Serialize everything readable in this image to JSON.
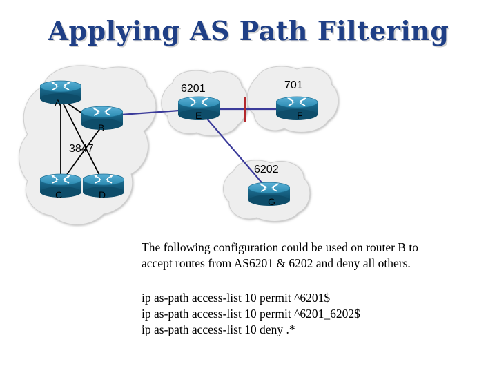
{
  "title": "Applying AS Path Filtering",
  "as_labels": {
    "as3847": "3847",
    "as6201": "6201",
    "as701": "701",
    "as6202": "6202"
  },
  "routers": {
    "A": "A",
    "B": "B",
    "C": "C",
    "D": "D",
    "E": "E",
    "F": "F",
    "G": "G"
  },
  "description": {
    "line1": "The following configuration could be used on router B to",
    "line2": "accept routes from AS6201 & 6202 and deny all others."
  },
  "config": [
    "ip as-path access-list 10 permit ^6201$",
    "ip as-path access-list 10 permit ^6201_6202$",
    "ip as-path access-list 10 deny .*"
  ],
  "colors": {
    "title": "#1f3f86",
    "router_body": "#2a8ab0",
    "link_internal": "#000000",
    "link_external": "#3b3b9a",
    "filter_mark": "#b3282d",
    "cloud": "#eeeeee"
  }
}
